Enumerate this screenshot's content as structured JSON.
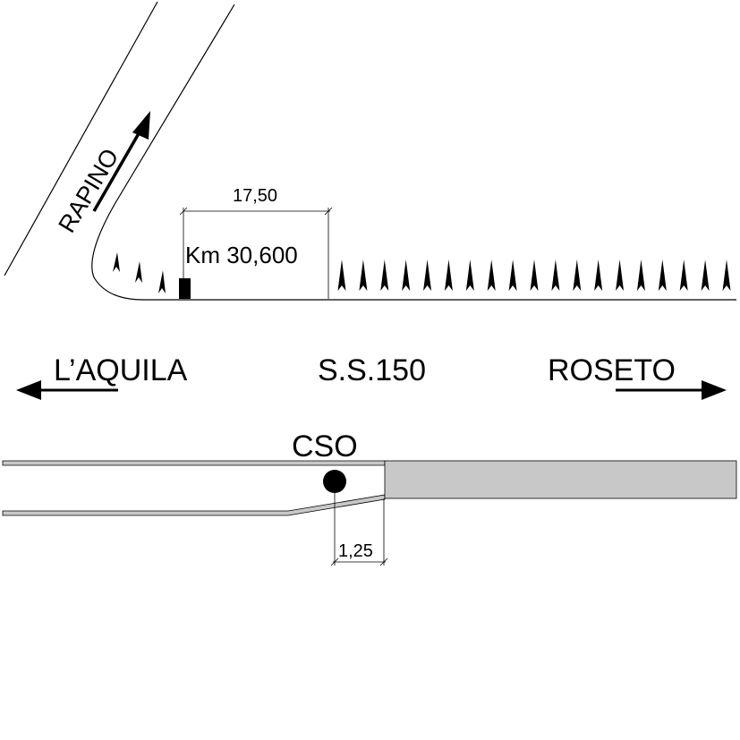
{
  "labels": {
    "rapino": "RAPINO",
    "dim_top": "17,50",
    "km": "Km 30,600",
    "laquila": "L’AQUILA",
    "road": "S.S.150",
    "roseto": "ROSETO",
    "cso": "CSO",
    "dim_bottom": "1,25"
  },
  "colors": {
    "line": "#000000",
    "gray_line": "#777777",
    "fill_gray": "#c8c8c8"
  },
  "hatching": {
    "left_spike_count": 3,
    "right_spike_count": 19
  }
}
